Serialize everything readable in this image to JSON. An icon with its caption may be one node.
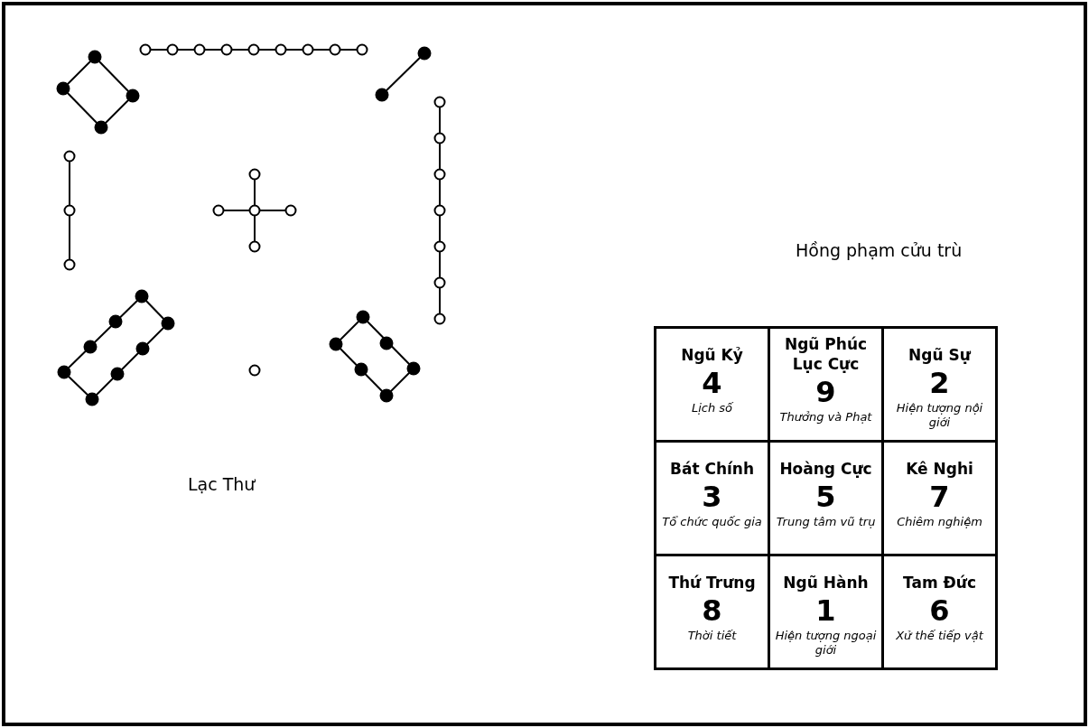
{
  "diagram": {
    "nodes": [
      {
        "text": [
          "Ngũ Kỷ",
          "4",
          "Lịch số"
        ]
      },
      {
        "text": [
          "Ngũ Phúc Lục Cực",
          "9",
          "Thưởng và Phạt"
        ]
      },
      {
        "text": [
          "Ngũ Sự",
          "2",
          "Hiện tượng nội giới"
        ]
      },
      {
        "text": [
          "Bát Chính",
          "3",
          "Tổ chức quốc gia"
        ]
      },
      {
        "text": [
          "Hoàng Cực",
          "5",
          "Trung tâm vũ trụ"
        ]
      },
      {
        "text": [
          "Kê Nghi",
          "7",
          "Chiêm nghiệm"
        ]
      },
      {
        "text": [
          "Thứ Trưng",
          "8",
          "Thời tiết"
        ]
      },
      {
        "text": [
          "Ngũ Hành",
          "1",
          "Hiện tượng ngoại giới"
        ]
      },
      {
        "text": [
          "Tam Đức",
          "6",
          "Xử thế tiếp vật"
        ]
      }
    ],
    "labels": [
      "Hồng phạm cửu trù",
      "Lạc Thư"
    ]
  }
}
